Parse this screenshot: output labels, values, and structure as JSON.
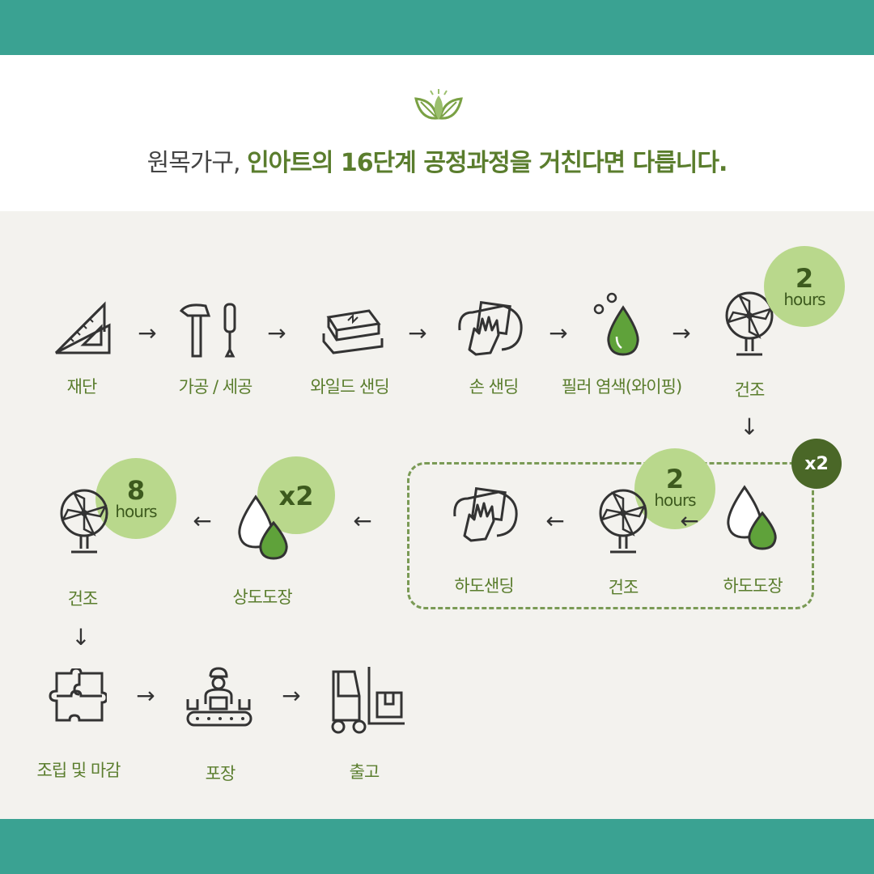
{
  "headline": {
    "prefix": "원목가구,",
    "accent": "인아트의 16단계 공정과정을 거친다면 다릅니다."
  },
  "colors": {
    "band": "#3aa292",
    "accent": "#5a7d2d",
    "badge": "#b9d88c",
    "loop": "#4a6727"
  },
  "steps": [
    {
      "label": "재단",
      "icon": "ruler-triangle-icon"
    },
    {
      "label": "가공 / 세공",
      "icon": "hammer-screwdriver-icon"
    },
    {
      "label": "와일드 샌딩",
      "icon": "sanding-block-icon"
    },
    {
      "label": "손 샌딩",
      "icon": "hand-sanding-icon"
    },
    {
      "label": "필러 염색(와이핑)",
      "icon": "stain-drop-icon"
    },
    {
      "label": "건조",
      "icon": "fan-icon",
      "badge_num": "2",
      "badge_unit": "hours"
    },
    {
      "label": "하도도장",
      "icon": "paint-drops-icon"
    },
    {
      "label": "건조",
      "icon": "fan-icon",
      "badge_num": "2",
      "badge_unit": "hours"
    },
    {
      "label": "하도샌딩",
      "icon": "hand-sanding-icon"
    },
    {
      "label": "상도도장",
      "icon": "paint-drops-icon",
      "badge_x": "x2"
    },
    {
      "label": "건조",
      "icon": "fan-icon",
      "badge_num": "8",
      "badge_unit": "hours"
    },
    {
      "label": "조립 및 마감",
      "icon": "puzzle-icon"
    },
    {
      "label": "포장",
      "icon": "packing-worker-icon"
    },
    {
      "label": "출고",
      "icon": "forklift-icon"
    }
  ],
  "loop": {
    "count": "x2"
  },
  "arrows": {
    "right": "→",
    "left": "←",
    "down": "↓"
  }
}
